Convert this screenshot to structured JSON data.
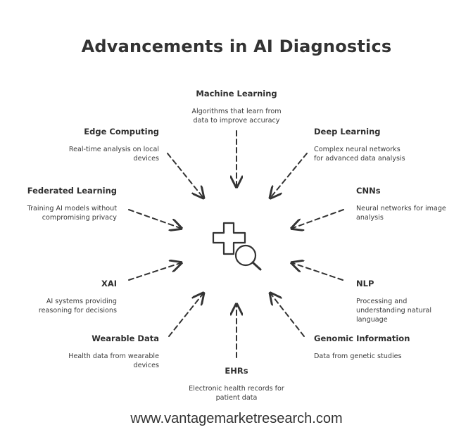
{
  "title": "Advancements in AI Diagnostics",
  "nodes": {
    "machine_learning": {
      "heading": "Machine Learning",
      "desc1": "Algorithms that learn from",
      "desc2": "data to improve accuracy"
    },
    "deep_learning": {
      "heading": "Deep Learning",
      "desc1": "Complex neural networks",
      "desc2": "for advanced data analysis"
    },
    "cnns": {
      "heading": "CNNs",
      "desc1": "Neural networks for image",
      "desc2": "analysis"
    },
    "nlp": {
      "heading": "NLP",
      "desc1": "Processing and",
      "desc2": "understanding natural",
      "desc3": "language"
    },
    "genomic": {
      "heading": "Genomic Information",
      "desc1": "Data from genetic studies"
    },
    "ehrs": {
      "heading": "EHRs",
      "desc1": "Electronic health records for",
      "desc2": "patient data"
    },
    "wearable": {
      "heading": "Wearable Data",
      "desc1": "Health data from wearable",
      "desc2": "devices"
    },
    "xai": {
      "heading": "XAI",
      "desc1": "AI systems providing",
      "desc2": "reasoning for decisions"
    },
    "federated": {
      "heading": "Federated Learning",
      "desc1": "Training AI models without",
      "desc2": "compromising privacy"
    },
    "edge": {
      "heading": "Edge Computing",
      "desc1": "Real-time analysis on local",
      "desc2": "devices"
    }
  },
  "center_icon": "medical-search-icon",
  "colors": {
    "stroke": "#333333",
    "text": "#2f2f2f"
  },
  "footer": "www.vantagemarketresearch.com"
}
